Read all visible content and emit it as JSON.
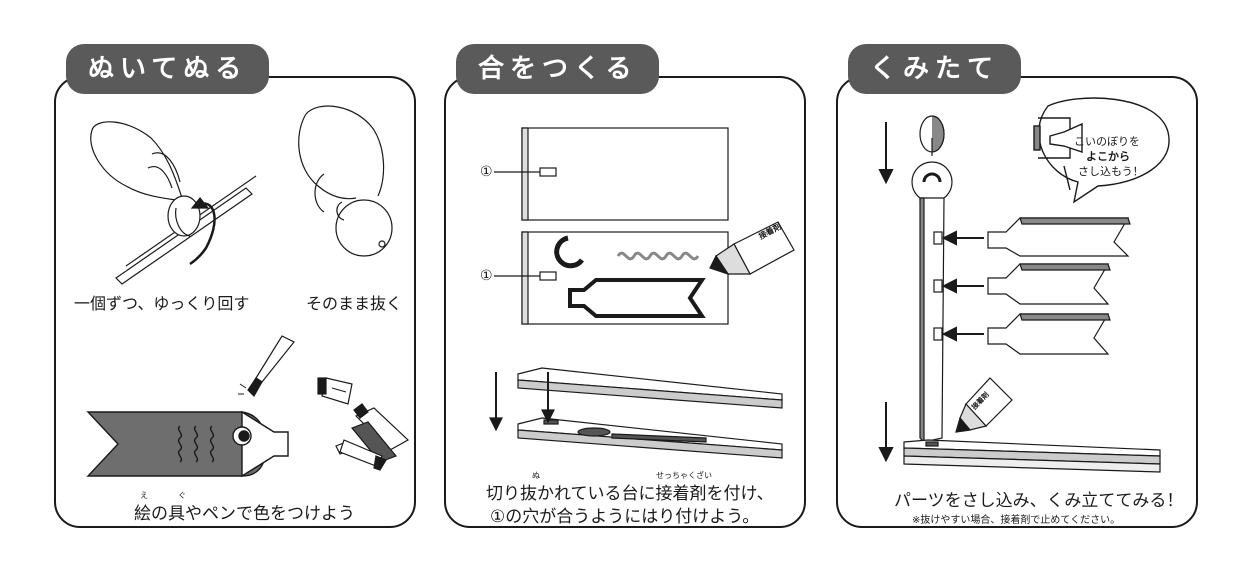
{
  "panels": [
    {
      "title": "ぬいてぬる",
      "captions": {
        "step_a": "一個ずつ、ゆっくり回す",
        "step_b": "そのまま抜く",
        "paint_ruby_e": "え",
        "paint_ruby_gu": "ぐ",
        "paint": "絵の具やペンで色をつけよう"
      }
    },
    {
      "title": "合をつくる",
      "labels": {
        "marker_1": "①",
        "marker_2": "①",
        "glue_bottle": "接着剤"
      },
      "captions": {
        "ruby_nu": "ぬ",
        "ruby_setchakuzai": "せっちゃくざい",
        "line1": "切り抜かれている台に接着剤を付け、",
        "line2": "①の穴が合うようにはり付けよう。"
      }
    },
    {
      "title": "くみたて",
      "bubble": {
        "line1": "こいのぼりを",
        "line2": "よこから",
        "line3": "さし込もう！"
      },
      "labels": {
        "glue_bottle": "接着剤"
      },
      "captions": {
        "main": "パーツをさし込み、くみ立ててみる！",
        "note": "※抜けやすい場合、接着剤で止めてください。"
      }
    }
  ],
  "colors": {
    "tab_bg": "#5a5a5a",
    "ink": "#1a1a1a",
    "fish_gray": "#6e6e6e",
    "board_gray": "#9a9a9a"
  }
}
